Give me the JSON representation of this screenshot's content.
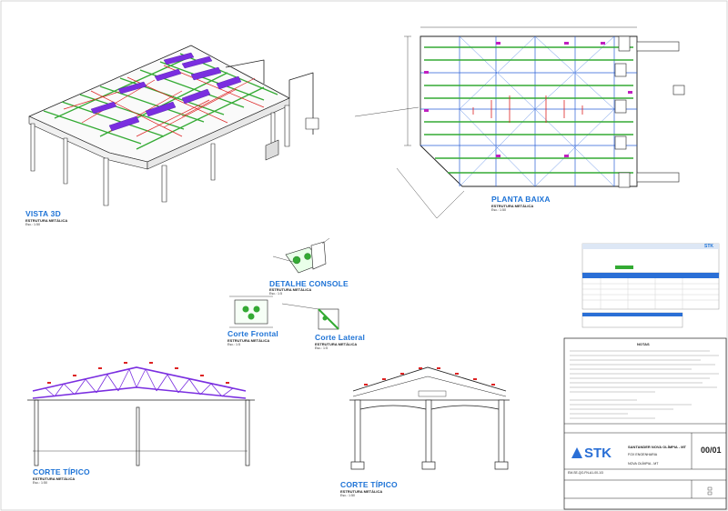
{
  "views": {
    "vista3d": {
      "title": "VISTA 3D",
      "subtitle": "ESTRUTURA METÁLICA",
      "scale": "Esc.: 1:50"
    },
    "planta": {
      "title": "PLANTA BAIXA",
      "subtitle": "ESTRUTURA METÁLICA",
      "scale": "Esc.: 1:50"
    },
    "detalhe": {
      "title": "DETALHE CONSOLE",
      "subtitle": "ESTRUTURA METÁLICA",
      "scale": "Esc.: 1:5"
    },
    "corte_frontal": {
      "title": "Corte Frontal",
      "subtitle": "ESTRUTURA METÁLICA",
      "scale": "Esc.: 1:5"
    },
    "corte_lateral": {
      "title": "Corte Lateral",
      "subtitle": "ESTRUTURA METÁLICA",
      "scale": "Esc.: 1:5"
    },
    "corte_tipico_1": {
      "title": "CORTE TÍPICO",
      "subtitle": "ESTRUTURA METÁLICA",
      "scale": "Esc.: 1:50"
    },
    "corte_tipico_2": {
      "title": "CORTE TÍPICO",
      "subtitle": "ESTRUTURA METÁLICA",
      "scale": "Esc.: 1:50"
    }
  },
  "notes": {
    "heading": "NOTAS"
  },
  "title_block": {
    "logo": "STK",
    "client": "SANTANDER NOVA OLÍMPIA - MT",
    "project": "FOX ENGENHARIA",
    "location": "NOVA OLÍMPIA - MT",
    "sheet": "00/01",
    "project_code": "EM-SE-QO-FN-A1-00-1/3"
  },
  "colors": {
    "structure": "#33aa33",
    "bracing": "#dd2222",
    "purlin": "#7a2ee0",
    "text_blue": "#1e73d6",
    "line": "#222222"
  }
}
